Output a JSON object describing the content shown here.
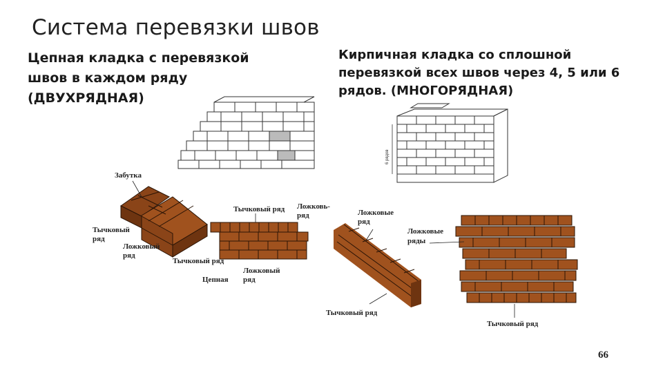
{
  "slide": {
    "title": "Система перевязки швов",
    "page_number": "66"
  },
  "left_heading": {
    "line1": "Цепная кладка с перевязкой",
    "line2": "швов в каждом ряду",
    "line3": "(ДВУХРЯДНАЯ)"
  },
  "right_heading": {
    "line1": "Кирпичная кладка со сплошной",
    "line2": "перевязкой всех швов через 4, 5 или 6",
    "line3": "рядов. (МНОГОРЯДНАЯ)"
  },
  "labels": {
    "zabutka": "Забутка",
    "tychkovy_left": "Тычковый",
    "ryad_left": "ряд",
    "lozhkovy_mid": "Ложковый",
    "ryad_mid": "ряд",
    "tychkovy_ryad_bottom": "Тычковый ряд",
    "tychkovy_ryad_wall": "Тычковый ряд",
    "lozhkovy_wall_right": "Ложковь-",
    "ryad_wall_right": "ряд",
    "lozhkovy_ryad_wall_bottom": "Ложковый",
    "ryad_wall_bottom": "ряд",
    "tsepnaya": "Цепная",
    "lozhkovye_top": "Ложковые",
    "ryad_top": "ряд",
    "lozhkovye_ryady": "Ложковые",
    "ryady": "ряды",
    "tychkovy_ryad_stair": "Тычковый ряд",
    "tychkovy_ryad_big": "Тычковый ряд",
    "six_rows": "6 рядов"
  },
  "colors": {
    "brick": "#a0521e",
    "mortar": "#2a1406"
  }
}
